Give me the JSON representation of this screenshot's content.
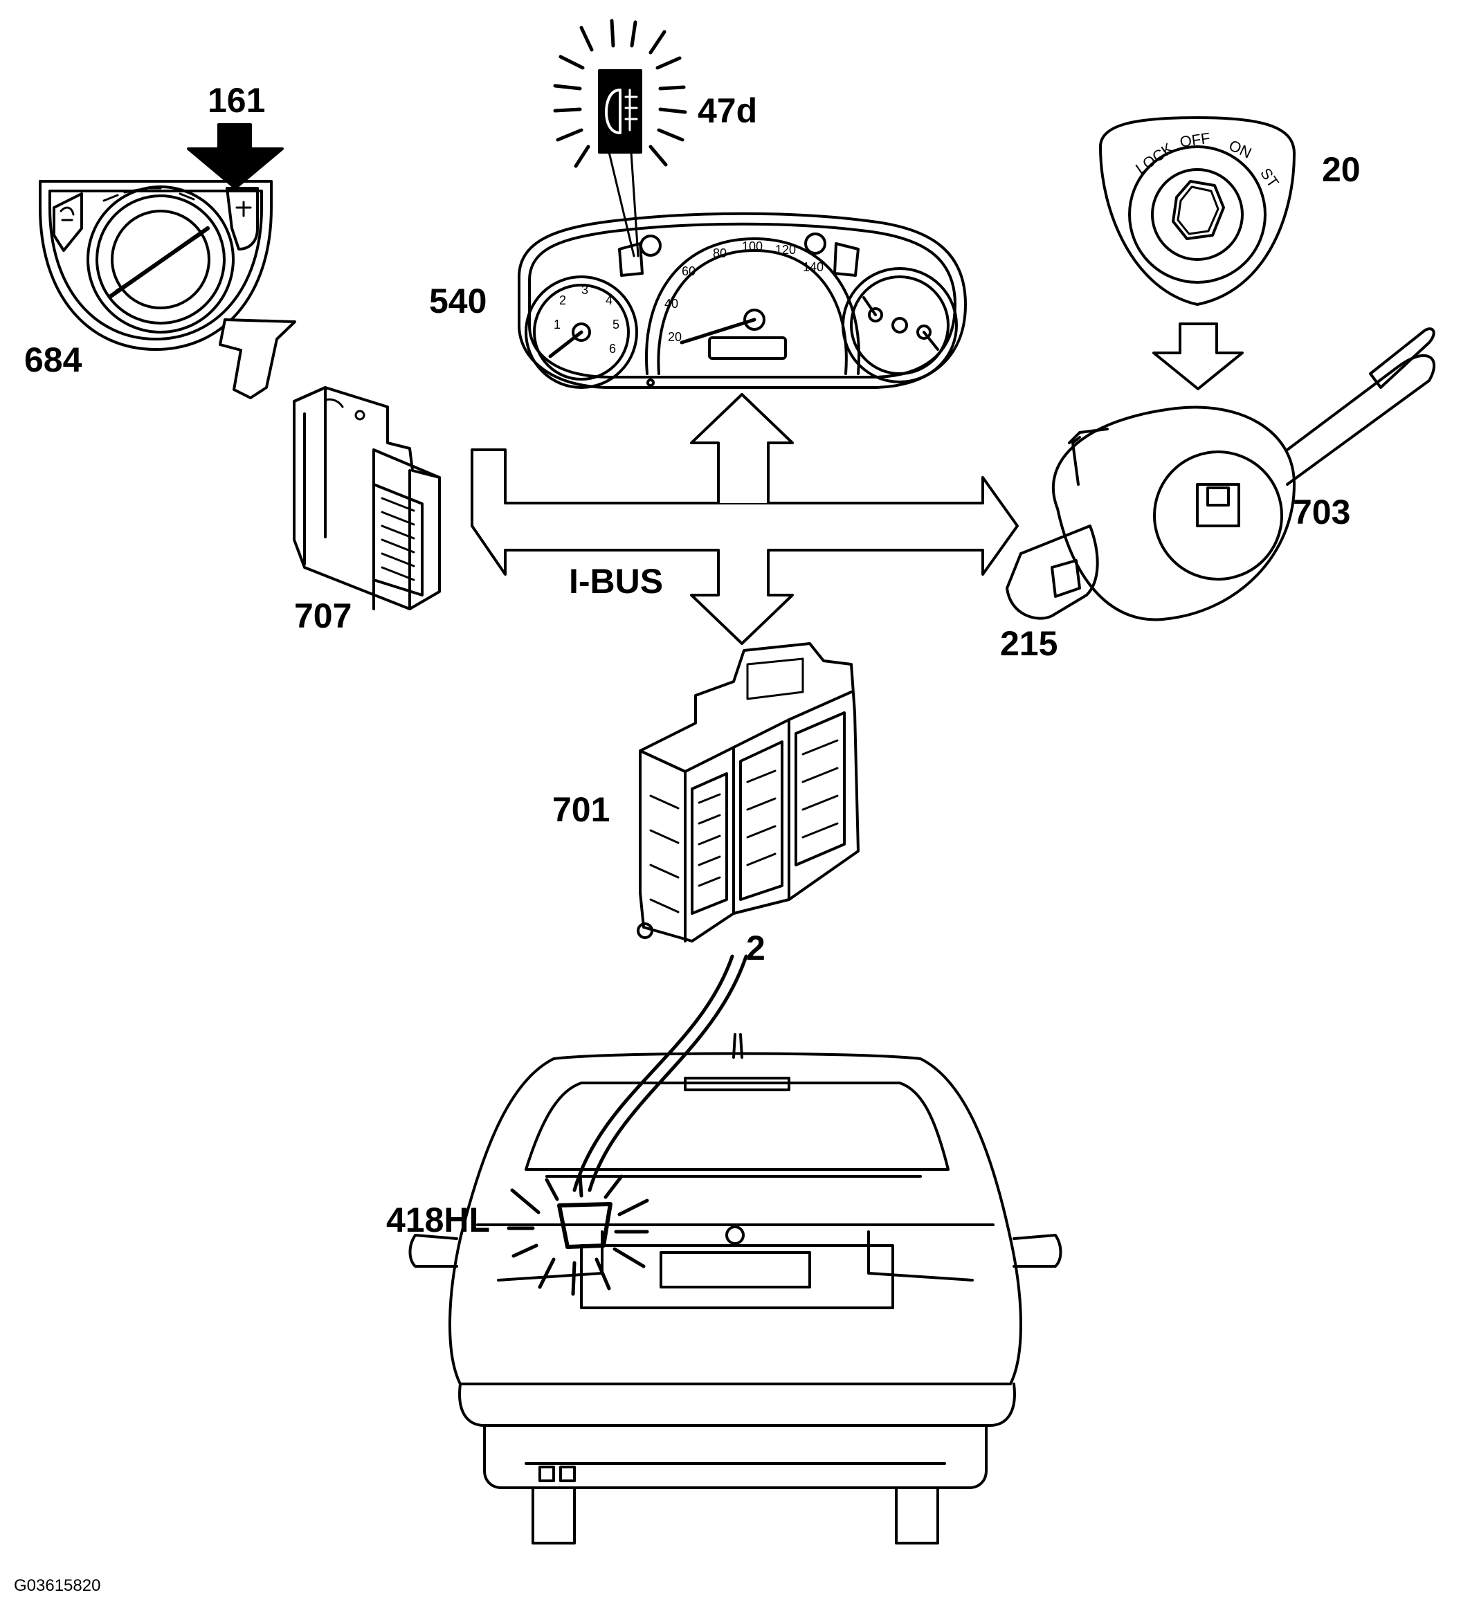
{
  "labels": {
    "c161": "161",
    "c47d": "47d",
    "c20": "20",
    "c684": "684",
    "c540": "540",
    "c707": "707",
    "c703": "703",
    "c215": "215",
    "bus": "I-BUS",
    "c701": "701",
    "c2": "2",
    "c418": "418HL"
  },
  "ignition_positions": [
    "LOCK",
    "OFF",
    "ON",
    "ST"
  ],
  "speedo_scale": [
    "20",
    "40",
    "60",
    "80",
    "100",
    "120",
    "140"
  ],
  "tacho_scale": [
    "1",
    "2",
    "3",
    "4",
    "5",
    "6"
  ],
  "figure_id": "G03615820",
  "colors": {
    "ink": "#000000",
    "paper": "#ffffff"
  }
}
